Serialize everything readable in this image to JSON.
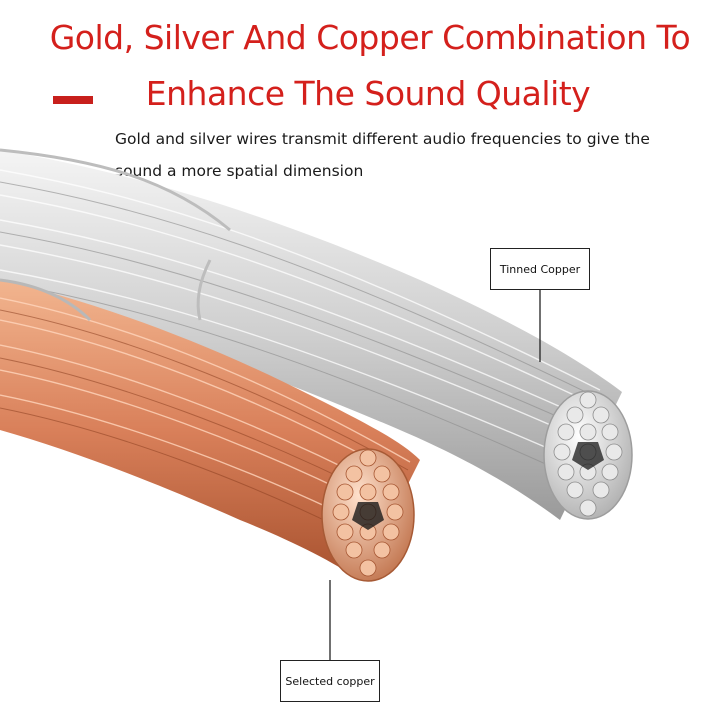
{
  "headline": {
    "line1": "Gold, Silver And Copper Combination To",
    "line2": "Enhance The Sound Quality"
  },
  "caption": {
    "line1": "Gold and silver wires transmit different audio frequencies to give the",
    "line2": "sound a more spatial dimension"
  },
  "callouts": {
    "tinned": "Tinned Copper",
    "selected": "Selected copper"
  },
  "colors": {
    "headline": "#d4201c",
    "accent": "#c8201c",
    "copper": "#d9805a",
    "silver": "#d8d8d8"
  },
  "icons": [
    "cable-cross-section-icon"
  ]
}
